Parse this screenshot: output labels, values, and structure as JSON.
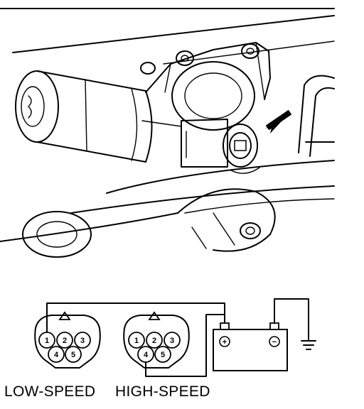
{
  "connectors": [
    {
      "caption": "LOW-SPEED",
      "pins": [
        "1",
        "2",
        "3",
        "4",
        "5"
      ]
    },
    {
      "caption": "HIGH-SPEED",
      "pins": [
        "1",
        "2",
        "3",
        "4",
        "5"
      ]
    }
  ],
  "battery": {
    "positive_symbol": "+",
    "negative_symbol": "−"
  }
}
